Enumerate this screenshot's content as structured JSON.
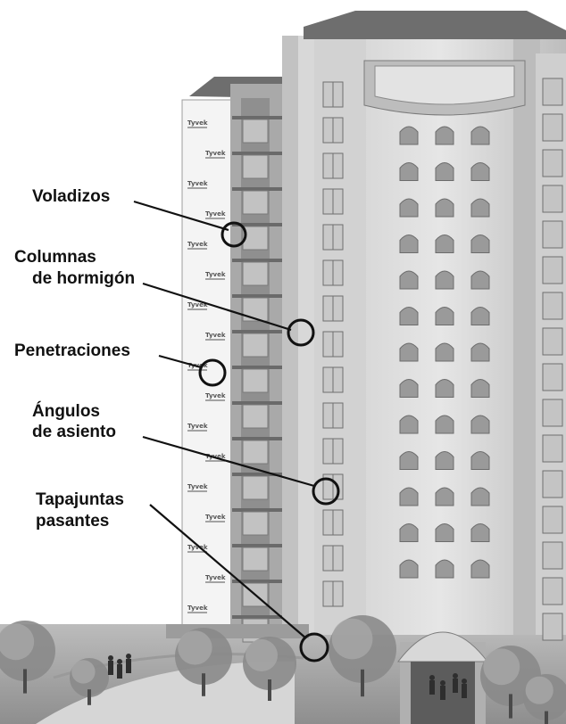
{
  "wrap_brand": "Tyvek",
  "callouts": [
    {
      "id": "voladizos",
      "lines": [
        "Voladizos"
      ]
    },
    {
      "id": "columnas",
      "lines": [
        "Columnas",
        "de hormigón"
      ]
    },
    {
      "id": "penetraciones",
      "lines": [
        "Penetraciones"
      ]
    },
    {
      "id": "angulos",
      "lines": [
        "Ángulos",
        "de asiento"
      ]
    },
    {
      "id": "tapajuntas",
      "lines": [
        "Tapajuntas",
        "pasantes"
      ]
    }
  ],
  "colors": {
    "sky": "#ffffff",
    "facade_light": "#e4e4e4",
    "facade_mid": "#c8c8c8",
    "facade_dark": "#8c8c8c",
    "window": "#9a9a9a",
    "roof": "#6e6e6e",
    "wrap": "#f4f4f4",
    "ink": "#111111"
  }
}
